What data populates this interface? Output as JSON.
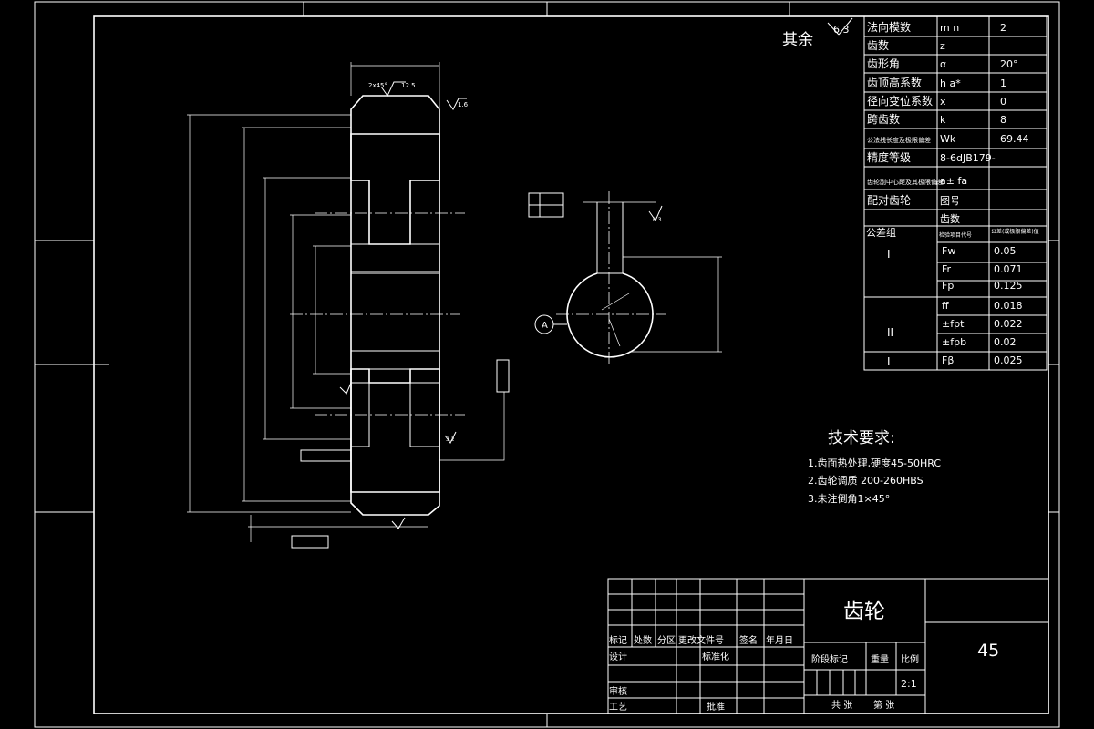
{
  "surface_finish": {
    "prefix": "其余",
    "value": "6.3"
  },
  "param_table": [
    {
      "label": "法向模数",
      "symbol": "m n",
      "value": "2"
    },
    {
      "label": "齿数",
      "symbol": "z",
      "value": ""
    },
    {
      "label": "齿形角",
      "symbol": "α",
      "value": "20°"
    },
    {
      "label": "齿顶高系数",
      "symbol": "h a*",
      "value": "1"
    },
    {
      "label": "径向变位系数",
      "symbol": "x",
      "value": "0"
    },
    {
      "label": "跨齿数",
      "symbol": "k",
      "value": "8"
    },
    {
      "label": "公法线长度及极限偏差",
      "symbol": "Wk",
      "value": "69.44"
    },
    {
      "label": "精度等级",
      "symbol": "8-6dJB179-",
      "value": ""
    },
    {
      "label": "齿轮副中心距及其极限偏差",
      "symbol": "a± fa",
      "value": ""
    },
    {
      "label": "配对齿轮",
      "symbol": "图号",
      "value": ""
    },
    {
      "label": "",
      "symbol": "齿数",
      "value": ""
    }
  ],
  "tolerance_header": {
    "group": "公差组",
    "item": "检验项目代号",
    "value": "公差(或极限偏差)值"
  },
  "tolerance_rows": [
    {
      "group": "I",
      "code": "Fw",
      "value": "0.05"
    },
    {
      "group": "",
      "code": "Fr",
      "value": "0.071"
    },
    {
      "group": "",
      "code": "Fp",
      "value": "0.125"
    },
    {
      "group": "II",
      "code": "ff",
      "value": "0.018"
    },
    {
      "group": "",
      "code": "±fpt",
      "value": "0.022"
    },
    {
      "group": "",
      "code": "±fpb",
      "value": "0.02"
    },
    {
      "group": "I",
      "code": "Fβ",
      "value": "0.025"
    }
  ],
  "tech_requirements": {
    "title": "技术要求:",
    "items": [
      "1.齿面热处理,硬度45-50HRC",
      "2.齿轮调质 200-260HBS",
      "3.未注倒角1×45°"
    ]
  },
  "title_block": {
    "part_name": "齿轮",
    "material": "45",
    "scale_label": "比例",
    "scale": "2:1",
    "weight_label": "重量",
    "stage_label": "阶段标记",
    "sheets_total": "共 张",
    "sheet_num": "第 张",
    "rev_headers": [
      "标记",
      "处数",
      "分区",
      "更改文件号",
      "签名",
      "年月日"
    ],
    "roles": {
      "design": "设计",
      "standard": "标准化",
      "review": "审核",
      "process": "工艺",
      "approve": "批准"
    }
  },
  "annotations": {
    "chamfer": "2x45°",
    "roughness_top": "12.5",
    "roughness_right": "1.6",
    "datum_label": "A",
    "roughness_key": "6.3",
    "roughness_bore": "3.2"
  }
}
